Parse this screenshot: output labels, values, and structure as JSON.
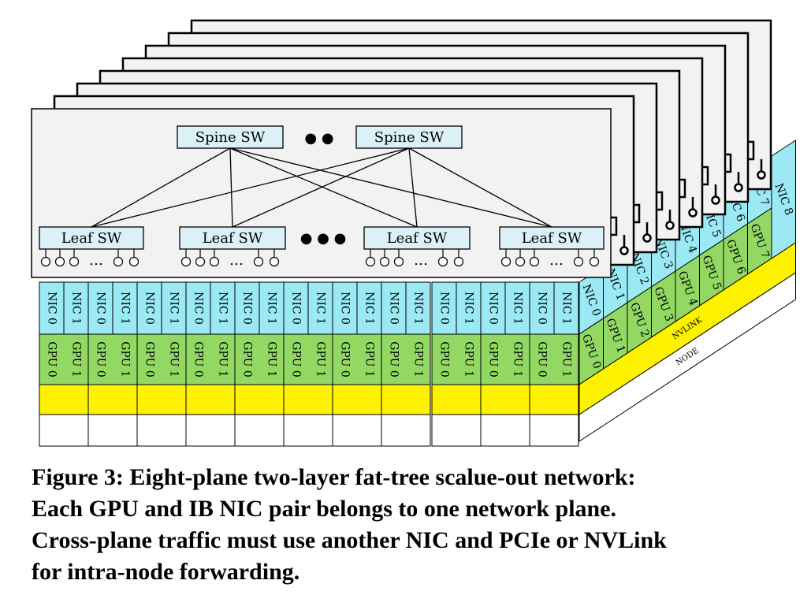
{
  "diagram": {
    "spine_label": "Spine SW",
    "leaf_label": "Leaf SW",
    "spine_ellipsis": "● ●",
    "leaf_ellipsis": "● ● ●",
    "port_ellipsis": "…",
    "nic_labels": [
      "NIC 0",
      "NIC 1",
      "NIC 2",
      "NIC 3",
      "NIC 4",
      "NIC 5",
      "NIC 6",
      "NIC 7",
      "NIC 8"
    ],
    "gpu_labels": [
      "GPU 0",
      "GPU 1",
      "GPU 2",
      "GPU 3",
      "GPU 4",
      "GPU 5",
      "GPU 6",
      "GPU 7"
    ],
    "nvlink_label": "NVLINK",
    "node_label": "NODE",
    "plane_count": 8,
    "colors": {
      "switch_fill": "#dcf0f7",
      "plane_fill": "#f2f2f2",
      "nic_fill": "#9ae9f4",
      "gpu_fill": "#92d863",
      "nvlink_fill": "#fff200",
      "node_fill": "#ffffff"
    }
  },
  "caption": {
    "line1": "Figure 3: Eight-plane two-layer fat-tree scalue-out network:",
    "line2": "Each GPU and IB NIC pair belongs to one network plane.",
    "line3": "Cross-plane traffic must use another NIC and PCIe or NVLink",
    "line4": "for intra-node forwarding."
  }
}
